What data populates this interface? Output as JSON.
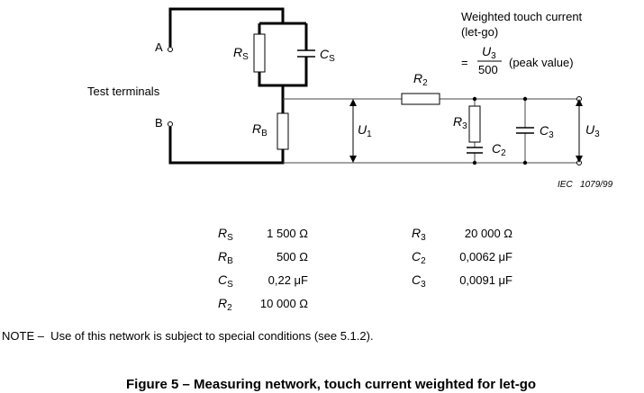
{
  "diagram": {
    "terminal_a": "A",
    "terminal_b": "B",
    "test_terminals_label": "Test terminals",
    "weighted_title_line1": "Weighted touch current",
    "weighted_title_line2": "(let-go)",
    "formula_equals": "=",
    "formula_numerator_sym": "U",
    "formula_numerator_sub": "3",
    "formula_denominator": "500",
    "formula_note": "(peak value)",
    "components": {
      "rs": {
        "sym": "R",
        "sub": "S"
      },
      "cs": {
        "sym": "C",
        "sub": "S"
      },
      "rb": {
        "sym": "R",
        "sub": "B"
      },
      "r2": {
        "sym": "R",
        "sub": "2"
      },
      "r3": {
        "sym": "R",
        "sub": "3"
      },
      "c2": {
        "sym": "C",
        "sub": "2"
      },
      "c3": {
        "sym": "C",
        "sub": "3"
      },
      "u1": {
        "sym": "U",
        "sub": "1"
      },
      "u3": {
        "sym": "U",
        "sub": "3"
      }
    },
    "iec_ref": "IEC   1079/99"
  },
  "values_table": {
    "left": [
      {
        "sym": "R",
        "sub": "S",
        "value": "1 500 Ω"
      },
      {
        "sym": "R",
        "sub": "B",
        "value": "500 Ω"
      },
      {
        "sym": "C",
        "sub": "S",
        "value": "0,22 μF"
      },
      {
        "sym": "R",
        "sub": "2",
        "value": "10 000 Ω"
      }
    ],
    "right": [
      {
        "sym": "R",
        "sub": "3",
        "value": "20 000 Ω"
      },
      {
        "sym": "C",
        "sub": "2",
        "value": "0,0062 μF"
      },
      {
        "sym": "C",
        "sub": "3",
        "value": "0,0091 μF"
      }
    ]
  },
  "note": "NOTE –  Use of this network is subject to special conditions (see 5.1.2).",
  "caption": "Figure 5 – Measuring network, touch current weighted for let-go"
}
